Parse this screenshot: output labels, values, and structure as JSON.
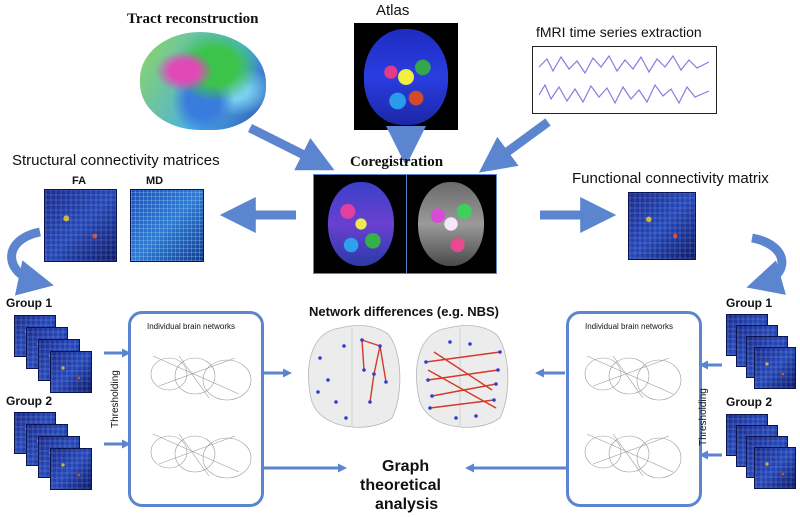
{
  "top": {
    "tract_title": "Tract reconstruction",
    "atlas_title": "Atlas",
    "fmri_title": "fMRI time series extraction",
    "coreg_title": "Coregistration"
  },
  "left": {
    "struct_title": "Structural connectivity matrices",
    "fa_label": "FA",
    "md_label": "MD",
    "group1": "Group 1",
    "group2": "Group 2",
    "threshold": "Thresholding",
    "individual": "Individual brain networks"
  },
  "right": {
    "func_title": "Functional connectivity matrix",
    "group1": "Group 1",
    "group2": "Group 2",
    "threshold": "Thresholding",
    "individual": "Individual brain networks"
  },
  "center": {
    "network_diff": "Network differences (e.g. NBS)",
    "graph_line1": "Graph",
    "graph_line2": "theoretical",
    "graph_line3": "analysis"
  },
  "colors": {
    "arrow": "#5b86cf",
    "frame": "#5b86cf",
    "edge_red": "#d23a2a",
    "node_blue": "#2b3fd1"
  }
}
